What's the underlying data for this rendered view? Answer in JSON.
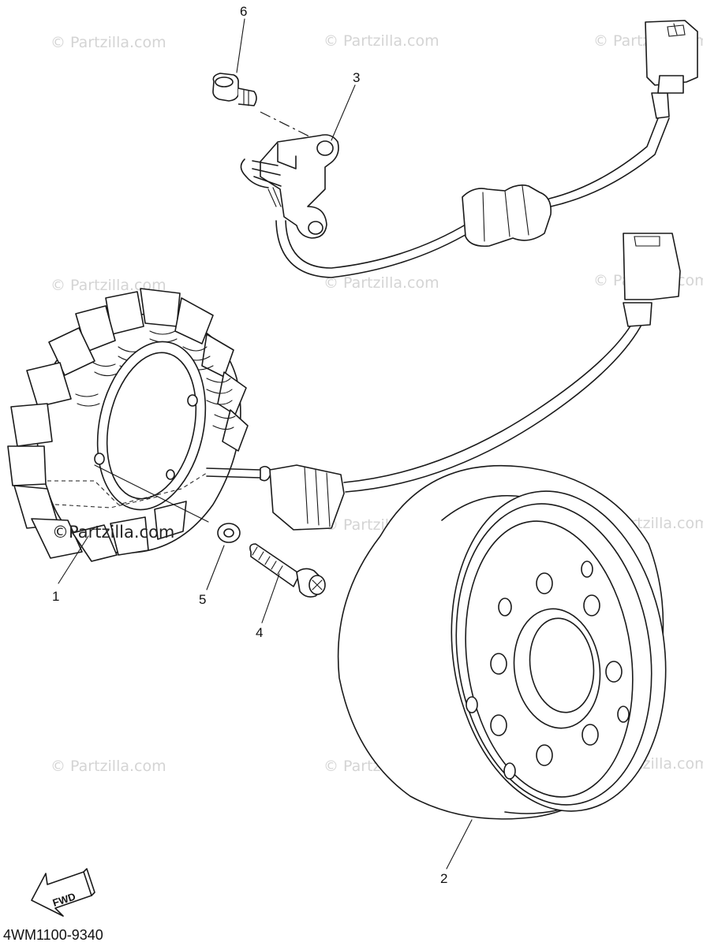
{
  "diagram": {
    "drawing_code": "4WM1100-9340",
    "direction_label": "FWD",
    "watermark": "© Partzilla.com",
    "watermark_dark": "©Partzilla.com",
    "callouts": [
      {
        "id": "1",
        "part": "stator-coil-assembly"
      },
      {
        "id": "2",
        "part": "rotor-flywheel"
      },
      {
        "id": "3",
        "part": "pickup-coil"
      },
      {
        "id": "4",
        "part": "bolt"
      },
      {
        "id": "5",
        "part": "washer"
      },
      {
        "id": "6",
        "part": "flange-bolt"
      }
    ]
  }
}
